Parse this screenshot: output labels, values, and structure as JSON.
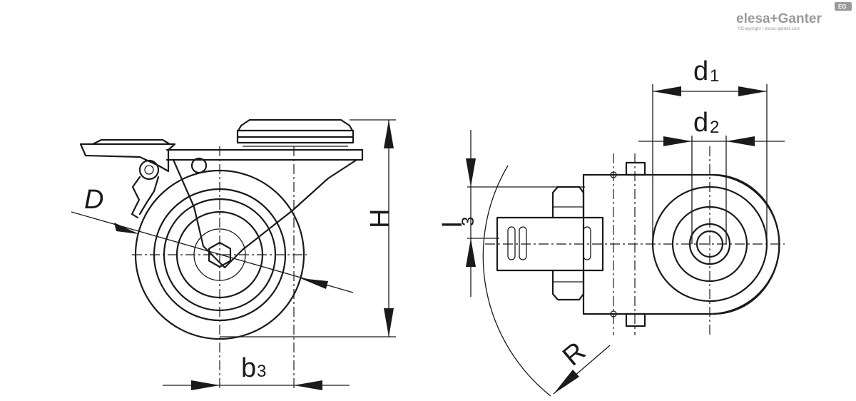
{
  "logo": {
    "brand": "elesa+Ganter",
    "badge": "EG",
    "copyright": "©Copyright | elesa-ganter.com"
  },
  "dimensions": {
    "D": "D",
    "H": "H",
    "b": "b",
    "b_sub": "3",
    "d1": "d",
    "d1_sub": "1",
    "d2": "d",
    "d2_sub": "2",
    "l": "l",
    "l_sub": "3",
    "R": "R"
  }
}
